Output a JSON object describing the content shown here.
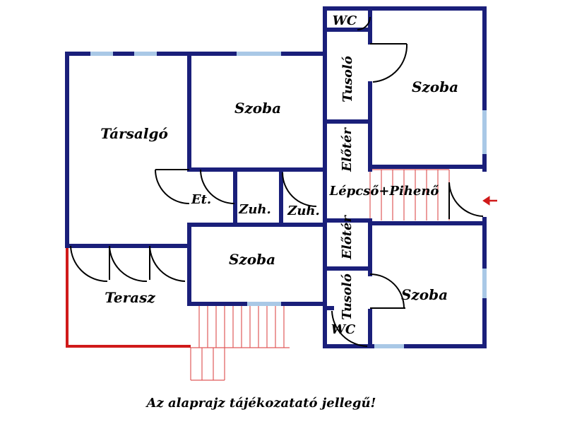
{
  "colors": {
    "wall": "#1a1f7a",
    "window": "#a9c8e6",
    "door": "#000000",
    "terrace_edge": "#d01a1a",
    "stairs": "#e05a5a",
    "entry_arrow": "#d01a1a"
  },
  "rooms": {
    "tarsalgo": "Társalgó",
    "szoba_top_middle": "Szoba",
    "szoba_top_right": "Szoba",
    "szoba_middle": "Szoba",
    "szoba_bottom_right": "Szoba",
    "terasz": "Terasz",
    "wc_top": "WC",
    "wc_bottom": "WC",
    "tusolo_top": "Tusoló",
    "tusolo_bottom": "Tusoló",
    "eloter_top": "Előtér",
    "eloter_bottom": "Előtér",
    "lepcso_piheno": "Lépcső+Pihenő",
    "et": "Et.",
    "zuh_left": "Zuh.",
    "zuh_right": "Zuh."
  },
  "note": "Az alaprajz tájékozatató jellegű!",
  "icons": {
    "entry": "entry-arrow-icon"
  }
}
